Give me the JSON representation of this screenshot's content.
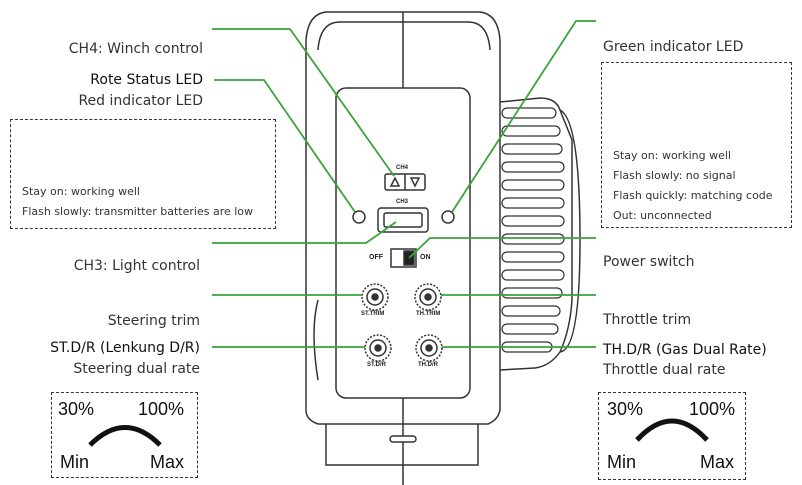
{
  "labels": {
    "ch4": "CH4: Winch control",
    "rote_led": "Rote Status LED",
    "red_led": "Red indicator LED",
    "ch3": "CH3: Light control",
    "steering_trim": "Steering trim",
    "stdr_de": "ST.D/R (Lenkung D/R)",
    "steering_dual_rate": "Steering dual rate",
    "green_led": "Green indicator LED",
    "power_switch": "Power switch",
    "throttle_trim": "Throttle trim",
    "thdr_de": "TH.D/R (Gas Dual Rate)",
    "throttle_dual_rate": "Throttle dual rate"
  },
  "red_led_notes": [
    "Stay on: working well",
    "Flash slowly: transmitter batteries are low"
  ],
  "green_led_notes": [
    "Stay on: working well",
    "Flash slowly: no signal",
    "Flash quickly: matching code",
    "Out: unconnected"
  ],
  "device": {
    "ch4": "CH4",
    "ch3": "CH3",
    "off": "OFF",
    "on": "ON",
    "st_trim": "ST.TRIM",
    "th_trim": "TH.TRIM",
    "st_dr": "ST.D/R",
    "th_dr": "TH.D/R"
  },
  "dual_rate_scale": {
    "left_pct": "30%",
    "right_pct": "100%",
    "min": "Min",
    "max": "Max"
  },
  "colors": {
    "leader_line": "#3aa33a",
    "outline": "#333333"
  }
}
